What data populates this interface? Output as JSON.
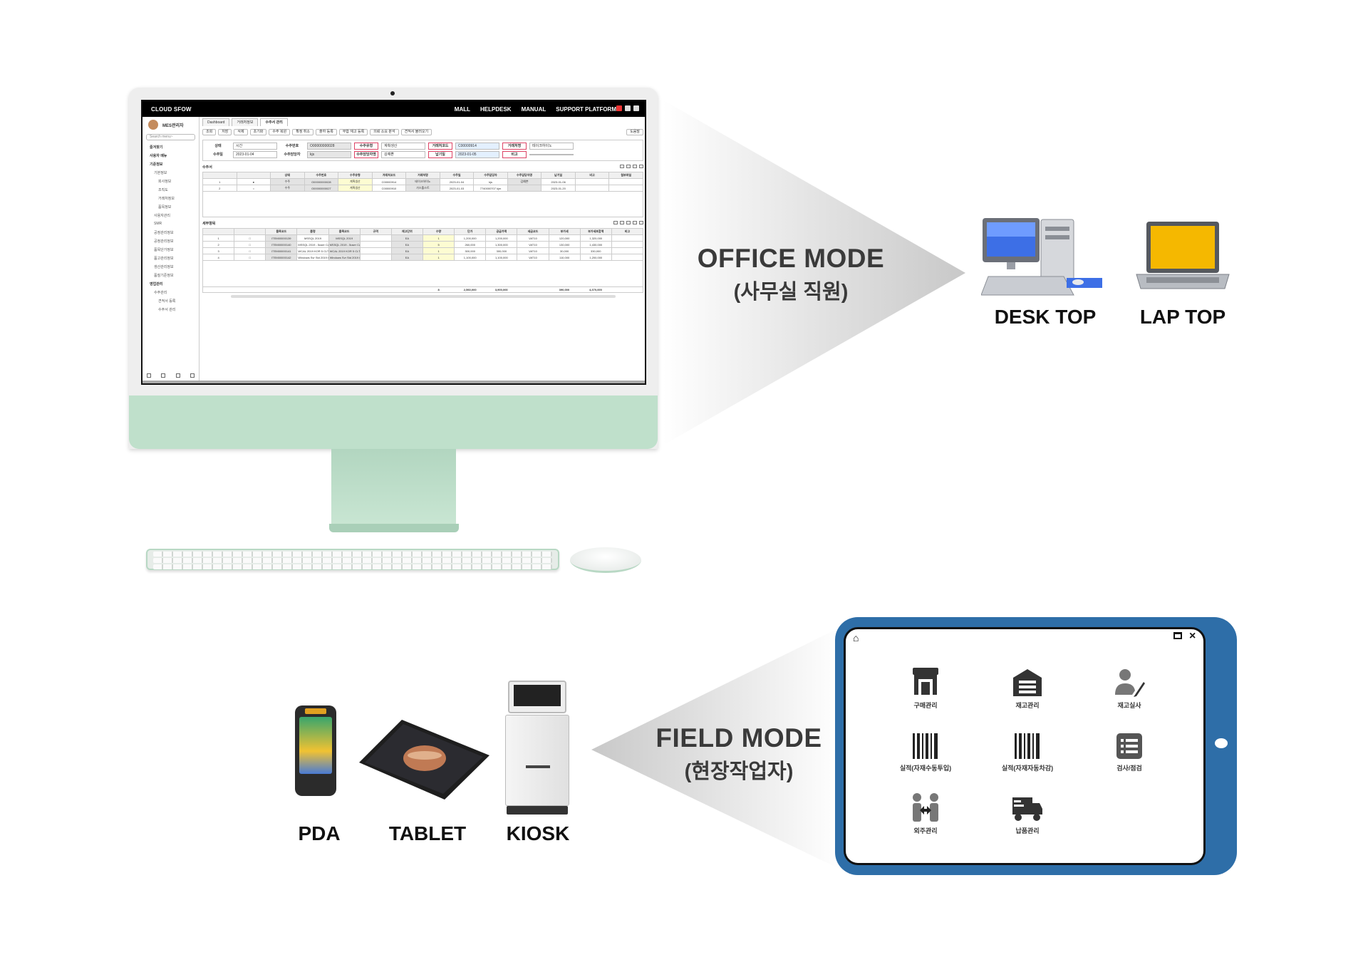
{
  "office": {
    "title": "OFFICE MODE",
    "subtitle": "(사무실 직원)",
    "devices": [
      "DESK TOP",
      "LAP TOP"
    ]
  },
  "field": {
    "title": "FIELD MODE",
    "subtitle": "(현장작업자)",
    "devices": [
      "PDA",
      "TABLET",
      "KIOSK"
    ]
  },
  "app": {
    "logo": "CLOUD SFOW",
    "nav": [
      "MALL",
      "HELPDESK",
      "MANUAL",
      "SUPPORT PLATFORM"
    ],
    "user": "MES관리자",
    "search_placeholder": "Search menu~",
    "sidebar_items": [
      {
        "label": "즐겨찾기",
        "level": 0
      },
      {
        "label": "사용자 메뉴",
        "level": 0
      },
      {
        "label": "기준정보",
        "level": 0
      },
      {
        "label": "기본정보",
        "level": 1
      },
      {
        "label": "회사정보",
        "level": 2
      },
      {
        "label": "조직도",
        "level": 2
      },
      {
        "label": "거래처정보",
        "level": 2
      },
      {
        "label": "품목정보",
        "level": 2
      },
      {
        "label": "사용자관리",
        "level": 1
      },
      {
        "label": "SMR",
        "level": 1
      },
      {
        "label": "공정관리정보",
        "level": 1
      },
      {
        "label": "공정관리정보",
        "level": 1
      },
      {
        "label": "품목단가정보",
        "level": 1
      },
      {
        "label": "품고관리정보",
        "level": 1
      },
      {
        "label": "생산관리정보",
        "level": 1
      },
      {
        "label": "품질기준정보",
        "level": 1
      },
      {
        "label": "영업관리",
        "level": 0
      },
      {
        "label": "수주관리",
        "level": 1
      },
      {
        "label": "견적서 등록",
        "level": 2
      },
      {
        "label": "수주서 관리",
        "level": 2
      }
    ],
    "tabs": [
      "Dashboard",
      "거래처정보",
      "수주서 관리"
    ],
    "toolbar": [
      "조회",
      "저장",
      "삭제",
      "초기화",
      "수주 복원",
      "확정 취소",
      "출하 등록",
      "부합 재고 등록",
      "의뢰 소요 분석",
      "견적서 불러오기"
    ],
    "toolbar_right": "도움말",
    "filters_row1": [
      {
        "label": "상태",
        "value": "시간"
      },
      {
        "label": "수주번호",
        "value": "O00000000028"
      },
      {
        "label": "수주유형",
        "value": "계획생산"
      },
      {
        "label": "거래처코드",
        "value": "C00000914"
      },
      {
        "label": "거래처명",
        "value": "테이크하이노"
      }
    ],
    "filters_row2": [
      {
        "label": "수주일",
        "value": "2023-01-04"
      },
      {
        "label": "수주담당자",
        "value": "kjs"
      },
      {
        "label": "수주담당자명",
        "value": "김예쁜"
      },
      {
        "label": "납기일",
        "value": "2023-01-05"
      },
      {
        "label": "비고",
        "value": ""
      }
    ],
    "section1": "수주서",
    "grid1_headers": [
      "",
      "",
      "상태",
      "수주번호",
      "수주유형",
      "거래처코드",
      "거래처명",
      "수주일",
      "수주담당자",
      "수주담당자명",
      "납기일",
      "비고",
      "첨부파일"
    ],
    "grid1_rows": [
      [
        "1",
        "●",
        "수주",
        "O00000000028",
        "계획생산",
        "C00000914",
        "테이크하이노",
        "2023-01-04",
        "kjs",
        "김예쁜",
        "2023-01-06",
        "",
        ""
      ],
      [
        "2",
        "○",
        "수주",
        "O00000000027",
        "계획생산",
        "C00000910",
        "가스톨스트",
        "2023-01-03",
        "7740000707 kjm",
        "",
        "2023-01-20",
        "",
        ""
      ]
    ],
    "section2": "세부항목",
    "grid2_headers": [
      "",
      "",
      "품목코드",
      "품명",
      "품목코드",
      "규격",
      "재고단위",
      "수량",
      "단가",
      "공급가액",
      "세금코드",
      "부가세",
      "부가세포함액",
      "비고"
    ],
    "grid2_rows": [
      [
        "1",
        "□",
        "ITEM00000139",
        "MSSQL 2019",
        "MSSQL 2019",
        "",
        "EA",
        "1",
        "1,200,000",
        "1,200,000",
        "VAT10",
        "120,000",
        "1,320,000",
        ""
      ],
      [
        "2",
        "□",
        "ITEM00000140",
        "MSSQL 2019 - 5user CAL",
        "MSSQL 2019 - 5user CAL",
        "",
        "EA",
        "5",
        "260,000",
        "1,300,000",
        "VAT10",
        "130,000",
        "1,430,000",
        ""
      ],
      [
        "3",
        "□",
        "ITEM00000141",
        "WCAL 2019 KOR 5 CLT USER CAL",
        "WCAL 2019 KOR 5 CLT US",
        "",
        "EA",
        "1",
        "300,000",
        "300,000",
        "VAT10",
        "30,000",
        "330,000",
        ""
      ],
      [
        "4",
        "□",
        "ITEM00000142",
        "Windows Svr Std 2019 64Bit Korean 1pk 1",
        "Windows Svr Std 2019 64Bi",
        "",
        "EA",
        "1",
        "1,100,000",
        "1,100,000",
        "VAT10",
        "110,000",
        "1,200,000",
        ""
      ]
    ],
    "totals": [
      "8",
      "2,560,000",
      "3,900,000",
      "390,000",
      "4,370,000"
    ]
  },
  "field_app": {
    "menu": [
      {
        "label": "구매관리",
        "icon": "store-icon"
      },
      {
        "label": "재고관리",
        "icon": "warehouse-icon"
      },
      {
        "label": "재고실사",
        "icon": "user-edit-icon"
      },
      {
        "label": "실적(자재수동투입)",
        "icon": "barcode-icon"
      },
      {
        "label": "실적(자재자동차감)",
        "icon": "barcode-icon"
      },
      {
        "label": "검사/점검",
        "icon": "list-icon"
      },
      {
        "label": "외주관리",
        "icon": "outsourcing-icon"
      },
      {
        "label": "납품관리",
        "icon": "truck-icon"
      }
    ]
  }
}
